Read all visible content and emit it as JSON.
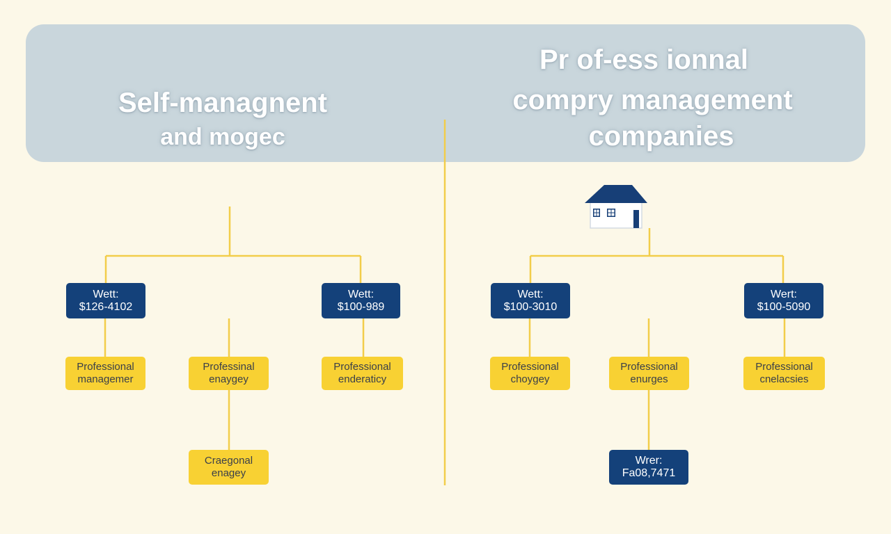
{
  "left_column": {
    "title_line1": "Self-managnent",
    "title_line2": "and mogec",
    "wage_boxes": [
      {
        "label": "Wett:",
        "value": "$126-4102"
      },
      {
        "label": "Wett:",
        "value": "$100-989"
      }
    ],
    "role_boxes": [
      {
        "line1": "Professional",
        "line2": "managemer"
      },
      {
        "line1": "Professinal",
        "line2": "enaygey"
      },
      {
        "line1": "Professional",
        "line2": "enderaticy"
      },
      {
        "line1": "Craegonal",
        "line2": "enagey"
      }
    ]
  },
  "right_column": {
    "title_line1": "Pr of-ess ionnal",
    "title_line2": "compry management",
    "title_line3": "companies",
    "wage_boxes": [
      {
        "label": "Wett:",
        "value": "$100-3010"
      },
      {
        "label": "Wert:",
        "value": "$100-5090"
      },
      {
        "label": "Wrer:",
        "value": "Fa08,7471"
      }
    ],
    "role_boxes": [
      {
        "line1": "Professional",
        "line2": "choygey"
      },
      {
        "line1": "Professional",
        "line2": "enurges"
      },
      {
        "line1": "Professional",
        "line2": "cnelacsies"
      }
    ]
  },
  "icons": {
    "house": "house-icon"
  },
  "colors": {
    "background": "#fcf8e8",
    "banner": "#c9d6dc",
    "navy": "#14417a",
    "gold": "#f8d133",
    "connector": "#f2cd4a"
  }
}
